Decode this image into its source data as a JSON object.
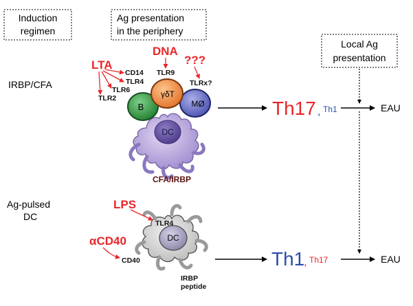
{
  "headers": {
    "induction": [
      "Induction",
      "regimen"
    ],
    "ag_presentation": [
      "Ag presentation",
      "in the periphery"
    ],
    "local": [
      "Local Ag",
      "presentation"
    ]
  },
  "rows": {
    "top_label": "IRBP/CFA",
    "bottom_label": [
      "Ag-pulsed",
      "DC"
    ]
  },
  "top": {
    "lta": "LTA",
    "dna": "DNA",
    "unknown": "???",
    "cd14": "CD14",
    "tlr4": "TLR4",
    "tlr6": "TLR6",
    "tlr2": "TLR2",
    "tlr9": "TLR9",
    "tlrx": "TLRx?",
    "cell_b": "B",
    "cell_gdt": "γδT",
    "cell_mo": "MØ",
    "cell_dc": "DC",
    "caption": "CFA/IRBP",
    "th_major": "Th17",
    "th_sep": ",",
    "th_minor": "Th1",
    "outcome": "EAU"
  },
  "bottom": {
    "lps": "LPS",
    "acd40": "αCD40",
    "tlr4": "TLR4",
    "cd40": "CD40",
    "cell_dc": "DC",
    "caption": [
      "IRBP",
      "peptide"
    ],
    "th_major": "Th1",
    "th_sep": ",",
    "th_minor": "Th17",
    "outcome": "EAU"
  },
  "colors": {
    "red": "#e8262a",
    "blue": "#2a4fa8",
    "b_cell": "#2f9a3e",
    "gdt_cell": "#ef8a3a",
    "mo_cell": "#6c74c9",
    "dc_cell": "#a48fd0",
    "dc_nucleus": "#5d4c9b",
    "caption_dark": "#5a1010"
  }
}
